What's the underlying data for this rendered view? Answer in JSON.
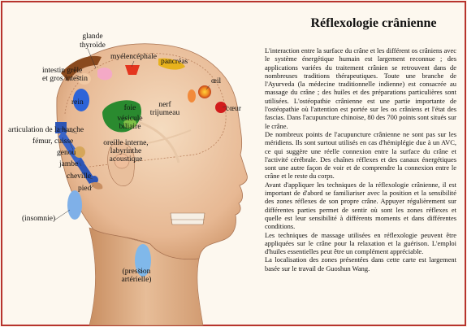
{
  "title": "Réflexologie crânienne",
  "labels": {
    "glande": "glande",
    "thyroide": "thyroïde",
    "myelencephale": "myélencéphale",
    "pancreas": "pancréas",
    "intestin_grele": "intestin grêle",
    "gros_intestin": "et gros intestin",
    "oeil": "œil",
    "rein": "rein",
    "nerf": "nerf",
    "trijumeau": "trijumeau",
    "coeur": "cœur",
    "foie": "foie",
    "vesicule": "vésicule",
    "biliaire": "biliaire",
    "articulation_hanche": "articulation de la hanche",
    "femur_cuisse": "fémur, cuisse",
    "genou": "genou",
    "oreille_interne": "oreille interne,",
    "labyrinthe": "labyrinthe",
    "acoustique": "acoustique",
    "jambe": "jambe",
    "cheville": "cheville",
    "pied": "pied",
    "insomnie": "(insomnie)",
    "pression": "(pression",
    "arterielle": "artérielle)"
  },
  "paragraphs": [
    "L'interaction entre la surface du crâne et les différent os crâniens avec le système énergétique humain est largement reconnue ; des applications variées du traitement crânien se retrouvent dans de nombreuses traditions thérapeutiques. Toute une branche de l'Ayurveda (la médecine traditionnelle indienne) est consacrée au massage du crâne ; des huiles et des préparations particulières sont utilisées. L'ostéopathie crânienne est une partie importante de l'ostéopathie où l'attention est portée sur les os crâniens et l'état des fascias. Dans l'acupuncture chinoise, 80 des 700 points sont situés sur le crâne.",
    "De nombreux points de l'acupuncture crânienne ne sont pas sur les méridiens. Ils sont surtout utilisés en cas d'hémiplégie due à un AVC, ce qui suggère une réelle connexion entre la surface du crâne et l'activité cérébrale. Des chaînes réflexes et des canaux énergétiques sont une autre façon de voir et de comprendre la connexion entre le crâne et le reste du corps.",
    "Avant d'appliquer les techniques de la réflexologie crânienne, il est important de d'abord se familiariser avec la position et la sensibilité des zones réflexes de son propre crâne. Appuyer régulièrement sur différentes parties permet de sentir où sont les zones réflexes et quelle est leur sensibilité à différents moments et dans différentes conditions.",
    "Les techniques de massage utilisées en réflexologie peuvent être appliquées sur le crâne pour la relaxation et la guérison. L'emploi d'huiles essentielles peut être un complément appréciable.",
    "La localisation des zones présentées dans cette carte est largement basée sur le travail de Guoshun Wang."
  ],
  "colors": {
    "background": "#fdf8ef",
    "frame": "#b7342d",
    "skin_light": "#f2d2b0",
    "skin_dark": "#c98f62",
    "rein": "#2d64d8",
    "foie": "#2a8a2f",
    "gros_intestin": "#8a4a1e",
    "pancreas": "#e7b21d",
    "coeur": "#d21b1b",
    "oeil": "#e25a2a",
    "insomnie_zone": "#7fb0e8",
    "pression_zone": "#80b8ea"
  }
}
